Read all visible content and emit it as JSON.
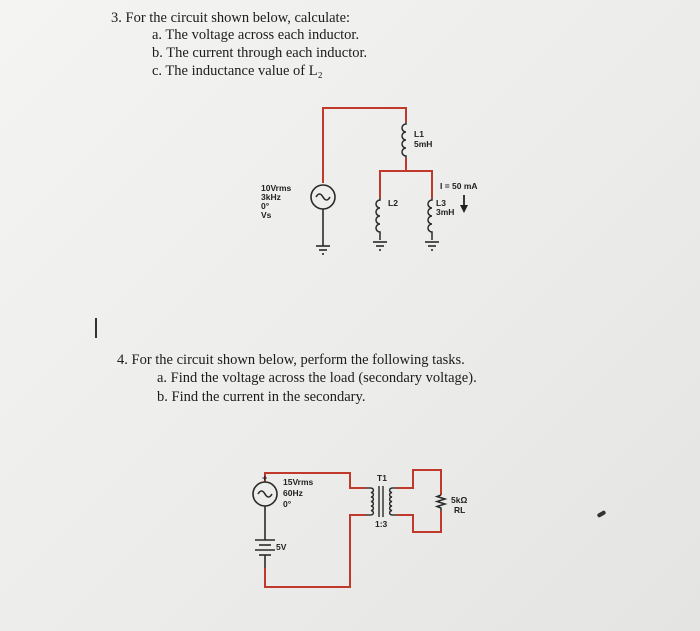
{
  "problem3": {
    "title": "3.  For the circuit shown below, calculate:",
    "items": [
      "a.  The voltage across each inductor.",
      "b.  The current through each inductor.",
      "c.  The inductance value of L₂"
    ],
    "source": {
      "voltage": "10Vrms",
      "frequency": "3kHz",
      "phase": "0°",
      "name": "Vs"
    },
    "inductors": {
      "l1_name": "L1",
      "l1_value": "5mH",
      "l2_name": "L2",
      "l3_name": "L3",
      "l3_value": "3mH"
    },
    "current_label": "I = 50 mA"
  },
  "problem4": {
    "title": "4.  For the circuit shown below, perform the following tasks.",
    "items": [
      "a.  Find the voltage across the load (secondary voltage).",
      "b.  Find the current in the secondary."
    ],
    "source": {
      "voltage": "15Vrms",
      "frequency": "60Hz",
      "phase": "0°"
    },
    "dc_source": "5V",
    "transformer": {
      "name": "T1",
      "ratio": "1:3"
    },
    "load": {
      "value": "5kΩ",
      "name": "RL"
    }
  },
  "colors": {
    "wire": "#c0392b",
    "component": "#2a2a2a"
  }
}
